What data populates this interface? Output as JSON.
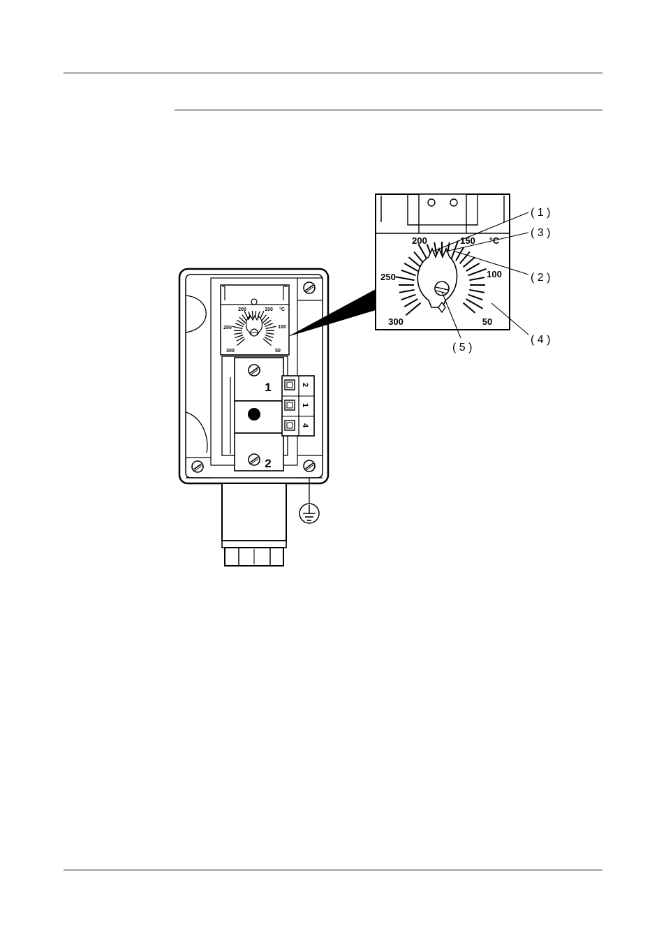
{
  "colors": {
    "ink": "#000000",
    "paper": "#ffffff"
  },
  "small_dial": {
    "labels": [
      "200",
      "150",
      "°C",
      "250",
      "100",
      "300",
      "50"
    ]
  },
  "large_dial": {
    "labels": [
      "200",
      "150",
      "°C",
      "250",
      "100",
      "300",
      "50"
    ]
  },
  "terminals": {
    "block_upper": "1",
    "block_lower": "2",
    "strip": [
      "2",
      "1",
      "4"
    ]
  },
  "callouts": [
    "( 1 )",
    "( 3 )",
    "( 2 )",
    "( 4 )",
    "( 5 )"
  ],
  "icons": [
    "screw-icon",
    "ground-symbol-icon"
  ]
}
